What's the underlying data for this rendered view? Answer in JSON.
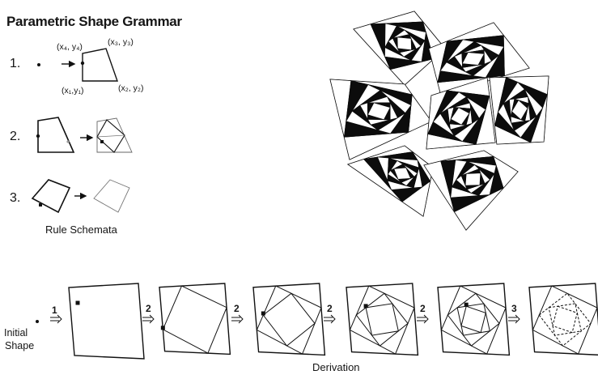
{
  "title": "Parametric Shape Grammar",
  "rules": {
    "rule1_number": "1.",
    "rule2_number": "2.",
    "rule3_number": "3.",
    "coords": {
      "x4y4": "(x₄, y₄)",
      "x3y3": "(x₃, y₃)",
      "x1y1": "(x₁,y₁)",
      "x2y2": "(x₂, y₂)"
    },
    "caption": "Rule Schemata"
  },
  "derivation": {
    "initial_label_line1": "Initial",
    "initial_label_line2": "Shape",
    "steps": [
      "1",
      "2",
      "2",
      "2",
      "2",
      "3"
    ],
    "caption": "Derivation"
  }
}
